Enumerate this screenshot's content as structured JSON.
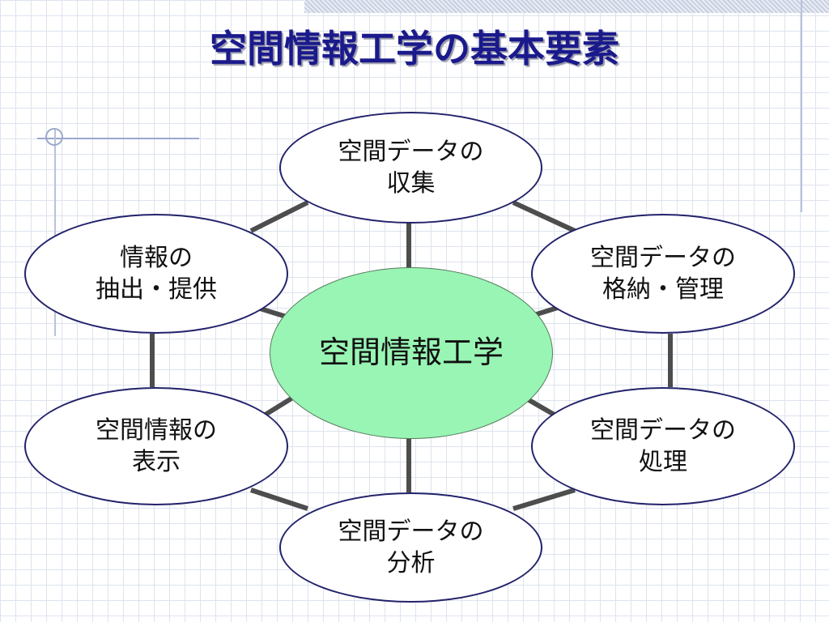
{
  "title": "空間情報工学の基本要素",
  "center": {
    "label": "空間情報工学"
  },
  "nodes": [
    {
      "id": "collect",
      "lines": [
        "空間データの",
        "収集"
      ]
    },
    {
      "id": "storage",
      "lines": [
        "空間データの",
        "格納・管理"
      ]
    },
    {
      "id": "process",
      "lines": [
        "空間データの",
        "処理"
      ]
    },
    {
      "id": "analysis",
      "lines": [
        "空間データの",
        "分析"
      ]
    },
    {
      "id": "display",
      "lines": [
        "空間情報の",
        "表示"
      ]
    },
    {
      "id": "extract",
      "lines": [
        "情報の",
        "抽出・提供"
      ]
    }
  ],
  "colors": {
    "title": "#1a1a8c",
    "node_border": "#22226b",
    "center_fill": "#99f5b4",
    "connector": "#4d4d4d"
  }
}
